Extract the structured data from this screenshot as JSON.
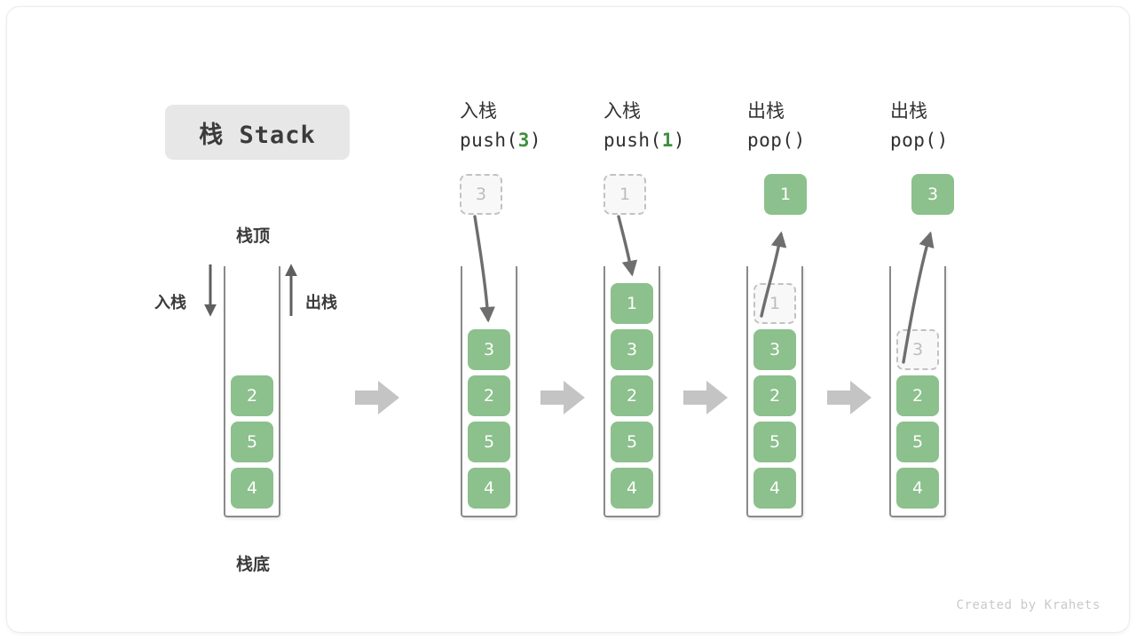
{
  "title": {
    "text": "栈 Stack"
  },
  "left_stack": {
    "top_label": "栈顶",
    "bottom_label": "栈底",
    "push_label": "入栈",
    "pop_label": "出栈",
    "cells": [
      "2",
      "5",
      "4"
    ]
  },
  "steps": [
    {
      "op_cjk": "入栈",
      "op_code_prefix": "push(",
      "op_code_arg": "3",
      "op_code_suffix": ")",
      "floating": {
        "value": "3",
        "style": "ghost"
      },
      "cells": [
        {
          "value": "3",
          "style": "filled"
        },
        {
          "value": "2",
          "style": "filled"
        },
        {
          "value": "5",
          "style": "filled"
        },
        {
          "value": "4",
          "style": "filled"
        }
      ]
    },
    {
      "op_cjk": "入栈",
      "op_code_prefix": "push(",
      "op_code_arg": "1",
      "op_code_suffix": ")",
      "floating": {
        "value": "1",
        "style": "ghost"
      },
      "cells": [
        {
          "value": "1",
          "style": "filled"
        },
        {
          "value": "3",
          "style": "filled"
        },
        {
          "value": "2",
          "style": "filled"
        },
        {
          "value": "5",
          "style": "filled"
        },
        {
          "value": "4",
          "style": "filled"
        }
      ]
    },
    {
      "op_cjk": "出栈",
      "op_code_prefix": "pop(",
      "op_code_arg": "",
      "op_code_suffix": ")",
      "floating": {
        "value": "1",
        "style": "filled"
      },
      "cells": [
        {
          "value": "1",
          "style": "ghost"
        },
        {
          "value": "3",
          "style": "filled"
        },
        {
          "value": "2",
          "style": "filled"
        },
        {
          "value": "5",
          "style": "filled"
        },
        {
          "value": "4",
          "style": "filled"
        }
      ]
    },
    {
      "op_cjk": "出栈",
      "op_code_prefix": "pop(",
      "op_code_arg": "",
      "op_code_suffix": ")",
      "floating": {
        "value": "3",
        "style": "filled"
      },
      "cells": [
        {
          "value": "3",
          "style": "ghost"
        },
        {
          "value": "2",
          "style": "filled"
        },
        {
          "value": "5",
          "style": "filled"
        },
        {
          "value": "4",
          "style": "filled"
        }
      ]
    }
  ],
  "watermark": "Created by Krahets",
  "colors": {
    "cell_fill": "#8cc08c",
    "accent_green": "#3f8f3f",
    "transition_arrow": "#c4c4c4",
    "stack_border": "#8a8a8a",
    "ghost_border": "#c2c2c2"
  }
}
